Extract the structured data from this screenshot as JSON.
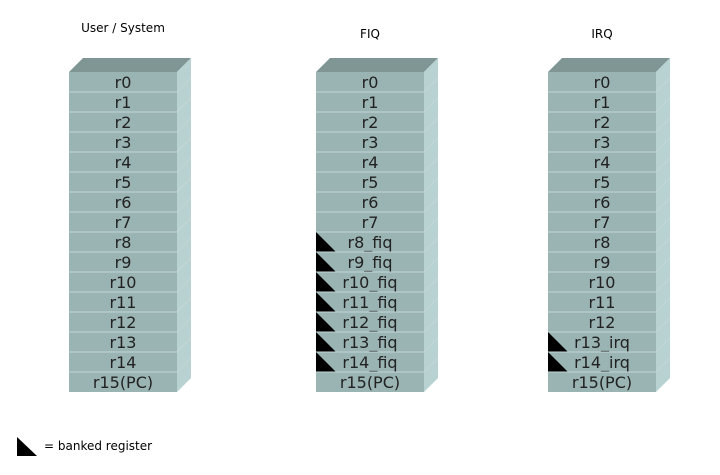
{
  "colors": {
    "front": "#9ab3b3",
    "top": "#7f9695",
    "side": "#b8d2d2",
    "divider": "#c4d6d6",
    "marker": "#000000"
  },
  "columns": [
    {
      "title": "User / System",
      "registers": [
        {
          "label": "r0",
          "banked": false
        },
        {
          "label": "r1",
          "banked": false
        },
        {
          "label": "r2",
          "banked": false
        },
        {
          "label": "r3",
          "banked": false
        },
        {
          "label": "r4",
          "banked": false
        },
        {
          "label": "r5",
          "banked": false
        },
        {
          "label": "r6",
          "banked": false
        },
        {
          "label": "r7",
          "banked": false
        },
        {
          "label": "r8",
          "banked": false
        },
        {
          "label": "r9",
          "banked": false
        },
        {
          "label": "r10",
          "banked": false
        },
        {
          "label": "r11",
          "banked": false
        },
        {
          "label": "r12",
          "banked": false
        },
        {
          "label": "r13",
          "banked": false
        },
        {
          "label": "r14",
          "banked": false
        },
        {
          "label": "r15(PC)",
          "banked": false
        }
      ]
    },
    {
      "title": "FIQ",
      "registers": [
        {
          "label": "r0",
          "banked": false
        },
        {
          "label": "r1",
          "banked": false
        },
        {
          "label": "r2",
          "banked": false
        },
        {
          "label": "r3",
          "banked": false
        },
        {
          "label": "r4",
          "banked": false
        },
        {
          "label": "r5",
          "banked": false
        },
        {
          "label": "r6",
          "banked": false
        },
        {
          "label": "r7",
          "banked": false
        },
        {
          "label": "r8_fiq",
          "banked": true
        },
        {
          "label": "r9_fiq",
          "banked": true
        },
        {
          "label": "r10_fiq",
          "banked": true
        },
        {
          "label": "r11_fiq",
          "banked": true
        },
        {
          "label": "r12_fiq",
          "banked": true
        },
        {
          "label": "r13_fiq",
          "banked": true
        },
        {
          "label": "r14_fiq",
          "banked": true
        },
        {
          "label": "r15(PC)",
          "banked": false
        }
      ]
    },
    {
      "title": "IRQ",
      "registers": [
        {
          "label": "r0",
          "banked": false
        },
        {
          "label": "r1",
          "banked": false
        },
        {
          "label": "r2",
          "banked": false
        },
        {
          "label": "r3",
          "banked": false
        },
        {
          "label": "r4",
          "banked": false
        },
        {
          "label": "r5",
          "banked": false
        },
        {
          "label": "r6",
          "banked": false
        },
        {
          "label": "r7",
          "banked": false
        },
        {
          "label": "r8",
          "banked": false
        },
        {
          "label": "r9",
          "banked": false
        },
        {
          "label": "r10",
          "banked": false
        },
        {
          "label": "r11",
          "banked": false
        },
        {
          "label": "r12",
          "banked": false
        },
        {
          "label": "r13_irq",
          "banked": true
        },
        {
          "label": "r14_irq",
          "banked": true
        },
        {
          "label": "r15(PC)",
          "banked": false
        }
      ]
    }
  ],
  "legend": {
    "text": "= banked register",
    "icon": "banked-marker-icon"
  }
}
